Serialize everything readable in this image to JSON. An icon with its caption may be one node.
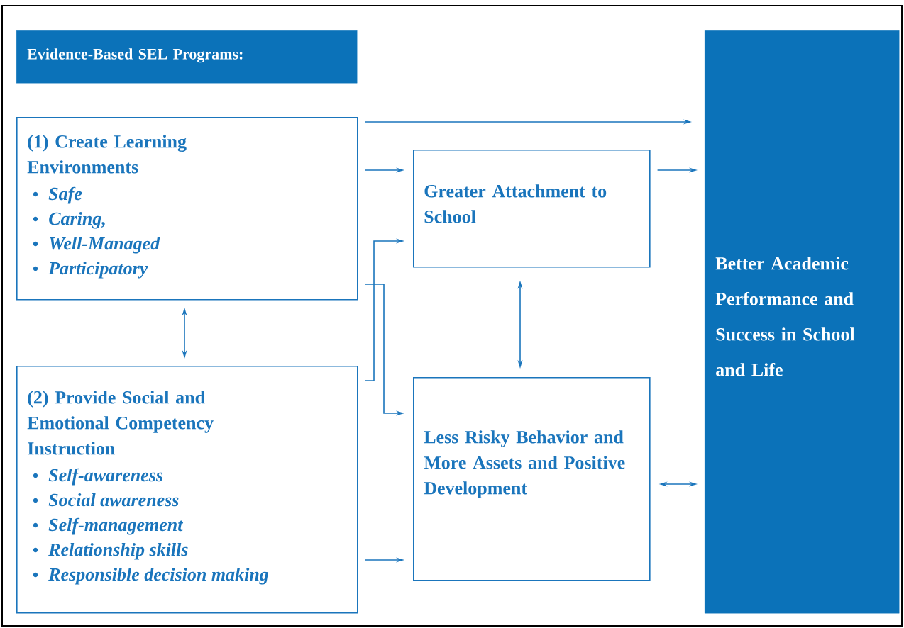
{
  "diagram": {
    "nodes": [
      {
        "text": [
          "Evidence-Based SEL Programs:"
        ]
      },
      {
        "text": [
          "(1) Create Learning Environments",
          "Safe",
          "Caring,",
          "Well-Managed",
          "Participatory"
        ]
      },
      {
        "text": [
          "(2) Provide Social and Emotional Competency Instruction",
          "Self-awareness",
          "Social awareness",
          "Self-management",
          "Relationship skills",
          "Responsible decision making"
        ]
      },
      {
        "text": [
          "Greater Attachment to School"
        ]
      },
      {
        "text": [
          "Less Risky Behavior and More Assets and Positive Development"
        ]
      },
      {
        "text": [
          "Better Academic Performance and Success in School and Life"
        ]
      }
    ],
    "edges": [
      {
        "from": 1,
        "to": 5,
        "arrow": "to"
      },
      {
        "from": 1,
        "to": 3,
        "arrow": "to"
      },
      {
        "from": 3,
        "to": 5,
        "arrow": "to"
      },
      {
        "from": 1,
        "to": 2,
        "arrow": "both"
      },
      {
        "from": 2,
        "to": 3,
        "arrow": "to"
      },
      {
        "from": 1,
        "to": 4,
        "arrow": "to"
      },
      {
        "from": 3,
        "to": 4,
        "arrow": "both"
      },
      {
        "from": 4,
        "to": 5,
        "arrow": "both"
      },
      {
        "from": 2,
        "to": 4,
        "arrow": "to"
      }
    ]
  }
}
